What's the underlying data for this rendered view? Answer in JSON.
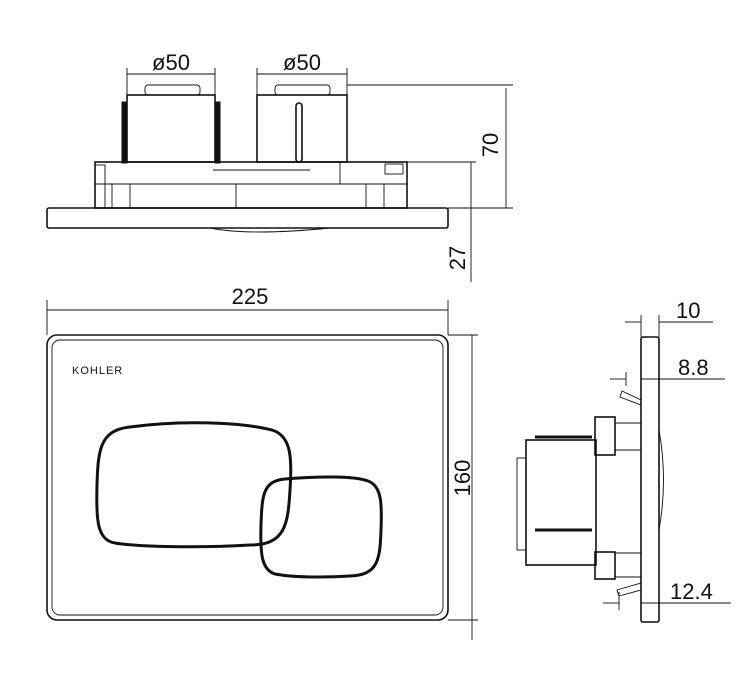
{
  "brand_logo": "KOHLER",
  "top_view": {
    "dim_left_diameter": "ø50",
    "dim_right_diameter": "ø50",
    "dim_height": "70",
    "dim_plate_offset": "27"
  },
  "front_view": {
    "dim_width": "225",
    "dim_height": "160"
  },
  "side_view": {
    "dim_plate_thickness": "10",
    "dim_top_clip": "8.8",
    "dim_bottom_clip": "12.4"
  }
}
